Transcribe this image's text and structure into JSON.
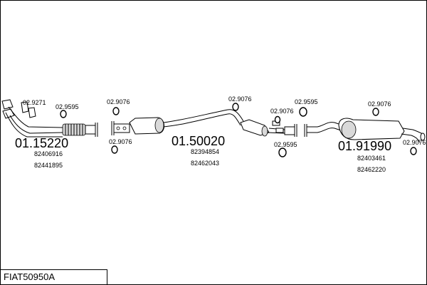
{
  "title": "FIAT50950A",
  "parts": {
    "front": {
      "number": "01.15220",
      "oem": [
        "82406916",
        "82441895"
      ]
    },
    "middle": {
      "number": "01.50020",
      "oem": [
        "82394854",
        "82462043"
      ]
    },
    "rear": {
      "number": "01.91990",
      "oem": [
        "82403461",
        "82462220"
      ]
    }
  },
  "accessories": {
    "a1": "02.9271",
    "a2": "02.9595",
    "a3": "02.9076",
    "a4": "02.9076",
    "a5": "02.9076",
    "a6": "02.9076",
    "a7": "02.9595",
    "a8": "02.9595",
    "a9": "02.9076",
    "a10": "02.9076"
  },
  "colors": {
    "line": "#000000",
    "background": "#ffffff",
    "shade": "#d9d9d9"
  }
}
